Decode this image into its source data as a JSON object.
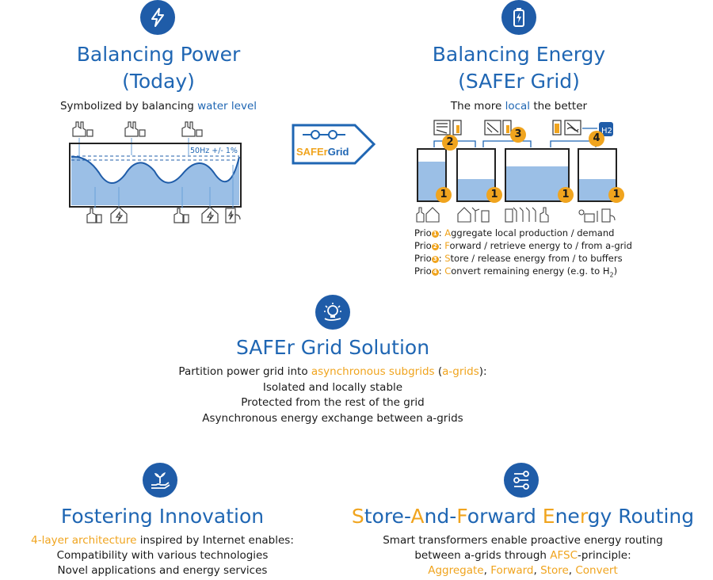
{
  "left": {
    "title_line1": "Balancing Power",
    "title_line2": "(Today)",
    "subtitle_prefix": "Symbolized by balancing ",
    "subtitle_highlight": "water level",
    "freq_label": "50Hz +/- 1%"
  },
  "center_logo": {
    "text_a": "SAFEr",
    "text_b": "Grid"
  },
  "right": {
    "title_line1": "Balancing Energy",
    "title_line2": "(SAFEr Grid)",
    "subtitle_prefix": "The more ",
    "subtitle_highlight": "local",
    "subtitle_suffix": " the better",
    "h2_label": "H2",
    "badges": {
      "one": "1",
      "two": "2",
      "three": "3",
      "four": "4"
    },
    "prio": [
      {
        "word": "Prio",
        "num": "1",
        "letter": "A",
        "rest": "ggregate local production / demand"
      },
      {
        "word": "Prio",
        "num": "2",
        "letter": "F",
        "rest": "orward / retrieve energy to / from a-grid"
      },
      {
        "word": "Prio",
        "num": "3",
        "letter": "S",
        "rest": "tore / release energy from / to buffers"
      },
      {
        "word": "Prio",
        "num": "4",
        "letter": "C",
        "rest": "onvert remaining energy (e.g. to H",
        "sub": "2",
        "end": ")"
      }
    ]
  },
  "solution": {
    "title": "SAFEr Grid Solution",
    "line1_prefix": "Partition power grid into ",
    "line1_highlight": "asynchronous subgrids",
    "line1_mid": " (",
    "line1_highlight2": "a-grids",
    "line1_suffix": "):",
    "line2": "Isolated and locally stable",
    "line3": "Protected from the rest of the grid",
    "line4": "Asynchronous energy exchange between a-grids"
  },
  "innovation": {
    "title": "Fostering Innovation",
    "line1_highlight": "4-layer architecture",
    "line1_suffix": " inspired by Internet enables:",
    "line2": "Compatibility with various technologies",
    "line3": "Novel applications and energy services"
  },
  "routing": {
    "title_parts": [
      {
        "t": "S",
        "c": "o"
      },
      {
        "t": "tore-",
        "c": "b"
      },
      {
        "t": "A",
        "c": "o"
      },
      {
        "t": "nd-",
        "c": "b"
      },
      {
        "t": "F",
        "c": "o"
      },
      {
        "t": "orward ",
        "c": "b"
      },
      {
        "t": "E",
        "c": "o"
      },
      {
        "t": "ne",
        "c": "b"
      },
      {
        "t": "r",
        "c": "o"
      },
      {
        "t": "gy Routing",
        "c": "b"
      }
    ],
    "line1": "Smart transformers enable proactive energy routing",
    "line2_prefix": "between a-grids through ",
    "line2_highlight": "AFSC",
    "line2_suffix": "-principle:",
    "line3_a": "Aggregate",
    "line3_b": "Forward",
    "line3_c": "Store",
    "line3_d": "Convert",
    "sep": ", "
  },
  "colors": {
    "blue": "#1f66b3",
    "orange": "#f0a41e",
    "icon_bg": "#1f5ca8",
    "water": "#9bbfe6"
  }
}
